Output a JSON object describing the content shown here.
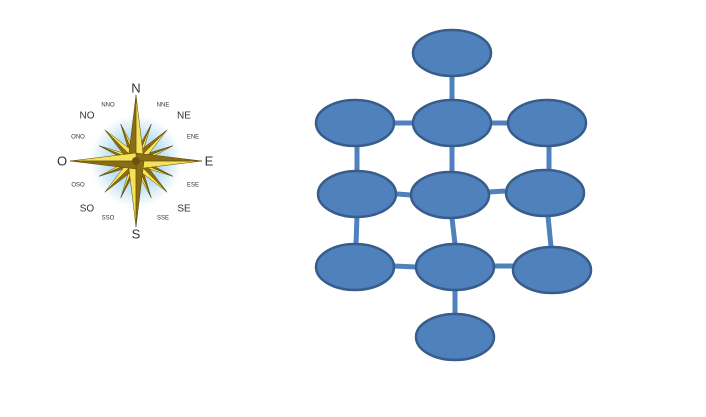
{
  "compass": {
    "icon": "compass-rose-icon",
    "labels": {
      "N": "N",
      "NNE": "NNE",
      "NE": "NE",
      "ENE": "ENE",
      "E": "E",
      "ESE": "ESE",
      "SE": "SE",
      "SSE": "SSE",
      "S": "S",
      "SSO": "SSO",
      "SO": "SO",
      "OSO": "OSO",
      "O": "O",
      "ONO": "ONO",
      "NO": "NO",
      "NNO": "NNO"
    },
    "colors": {
      "gold_light": "#f3e25a",
      "gold_dark": "#8a6d12",
      "glow": "#9ed3ee"
    }
  },
  "network": {
    "node_count": 11,
    "colors": {
      "node_fill": "#4f81bd",
      "node_stroke": "#385d8a",
      "edge": "#4f81bd"
    }
  }
}
